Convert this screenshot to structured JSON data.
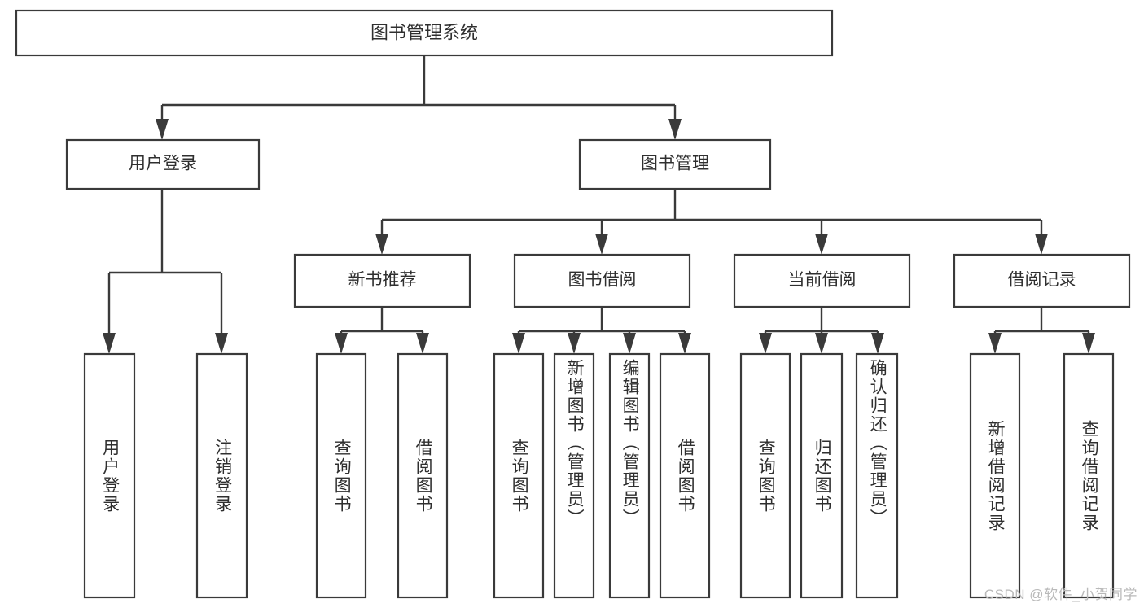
{
  "diagram": {
    "title_node": {
      "label": "图书管理系统"
    },
    "level2": [
      {
        "label": "用户登录"
      },
      {
        "label": "图书管理"
      }
    ],
    "level3": [
      {
        "label": "新书推荐"
      },
      {
        "label": "图书借阅"
      },
      {
        "label": "当前借阅"
      },
      {
        "label": "借阅记录"
      }
    ],
    "leaves": {
      "user_login": [
        {
          "label": "用户登录"
        },
        {
          "label": "注销登录"
        }
      ],
      "new_book_recommend": [
        {
          "label": "查询图书"
        },
        {
          "label": "借阅图书"
        }
      ],
      "book_borrow": [
        {
          "label": "查询图书"
        },
        {
          "label": "新增图书（管理员）"
        },
        {
          "label": "编辑图书（管理员）"
        },
        {
          "label": "借阅图书"
        }
      ],
      "current_borrow": [
        {
          "label": "查询图书"
        },
        {
          "label": "归还图书"
        },
        {
          "label": "确认归还（管理员）"
        }
      ],
      "borrow_records": [
        {
          "label": "新增借阅记录"
        },
        {
          "label": "查询借阅记录"
        }
      ]
    },
    "watermark": "CSDN @软件_小贺同学",
    "colors": {
      "stroke": "#3a3a3a",
      "fill": "#ffffff",
      "text": "#2f2f2f",
      "watermark": "#b9b9b9"
    }
  }
}
